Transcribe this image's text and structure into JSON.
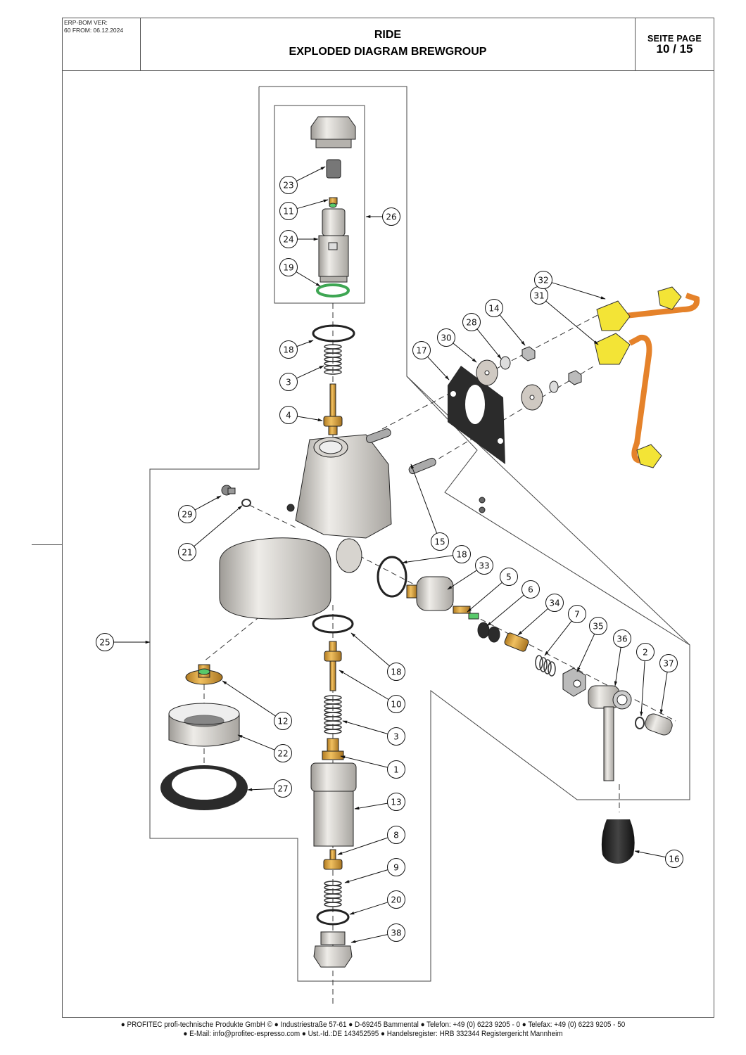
{
  "header": {
    "erp_label": "ERP-BOM VER:",
    "erp_version": "60 FROM: 06.12.2024",
    "title_line1": "RIDE",
    "title_line2": "EXPLODED DIAGRAM BREWGROUP",
    "page_label": "SEITE  PAGE",
    "page_number": "10 / 15"
  },
  "footer": {
    "line1": "● PROFITEC profi-technische Produkte GmbH © ● Industriestraße 57-61 ● D-69245 Bammental ● Telefon: +49 (0) 6223 9205 - 0 ● Telefax: +49 (0) 6223 9205 - 50",
    "line2": "● E-Mail: info@profitec-espresso.com ● Ust.-Id.:DE 143452595 ● Handelsregister: HRB 332344 Registergericht Mannheim"
  },
  "colors": {
    "brass": "#d9a13a",
    "copper": "#e5822a",
    "fitting_yellow": "#f3e436",
    "seal_green": "#58c96a",
    "rubber_black": "#2b2b2b",
    "steel": "#c8c5c0",
    "line": "#333333"
  },
  "diagram": {
    "callouts": [
      {
        "num": "23",
        "part": "sleeve"
      },
      {
        "num": "11",
        "part": "jet-nozzle"
      },
      {
        "num": "26",
        "part": "valve-cartridge-assembly"
      },
      {
        "num": "24",
        "part": "valve-body"
      },
      {
        "num": "19",
        "part": "o-ring-green"
      },
      {
        "num": "18",
        "part": "gasket-ring-top"
      },
      {
        "num": "3",
        "part": "spring-top"
      },
      {
        "num": "4",
        "part": "valve-stem-top"
      },
      {
        "num": "17",
        "part": "mounting-gasket"
      },
      {
        "num": "30",
        "part": "washer-large"
      },
      {
        "num": "28",
        "part": "spring-washer"
      },
      {
        "num": "14",
        "part": "hex-nut"
      },
      {
        "num": "31",
        "part": "pipe-fitting-lower"
      },
      {
        "num": "32",
        "part": "pipe-fitting-upper"
      },
      {
        "num": "29",
        "part": "socket-screw"
      },
      {
        "num": "21",
        "part": "washer-small"
      },
      {
        "num": "15",
        "part": "threaded-stud"
      },
      {
        "num": "18",
        "part": "gasket-ring-side"
      },
      {
        "num": "33",
        "part": "valve-housing"
      },
      {
        "num": "5",
        "part": "valve-spindle"
      },
      {
        "num": "6",
        "part": "seal-pair"
      },
      {
        "num": "34",
        "part": "brass-bushing"
      },
      {
        "num": "7",
        "part": "spring-side"
      },
      {
        "num": "35",
        "part": "gland-nut"
      },
      {
        "num": "36",
        "part": "lever-arm"
      },
      {
        "num": "2",
        "part": "washer-lever"
      },
      {
        "num": "37",
        "part": "lever-pin"
      },
      {
        "num": "25",
        "part": "group-head-assembly"
      },
      {
        "num": "12",
        "part": "dispersion-valve"
      },
      {
        "num": "22",
        "part": "shower-screen"
      },
      {
        "num": "27",
        "part": "portafilter-gasket"
      },
      {
        "num": "18",
        "part": "gasket-ring-bottom"
      },
      {
        "num": "10",
        "part": "valve-stem-bottom"
      },
      {
        "num": "3",
        "part": "spring-bottom"
      },
      {
        "num": "1",
        "part": "valve-seat"
      },
      {
        "num": "13",
        "part": "valve-cylinder"
      },
      {
        "num": "8",
        "part": "valve-piston"
      },
      {
        "num": "9",
        "part": "spring-lower"
      },
      {
        "num": "20",
        "part": "o-ring-lower"
      },
      {
        "num": "38",
        "part": "end-plug"
      },
      {
        "num": "16",
        "part": "lever-knob"
      }
    ]
  }
}
